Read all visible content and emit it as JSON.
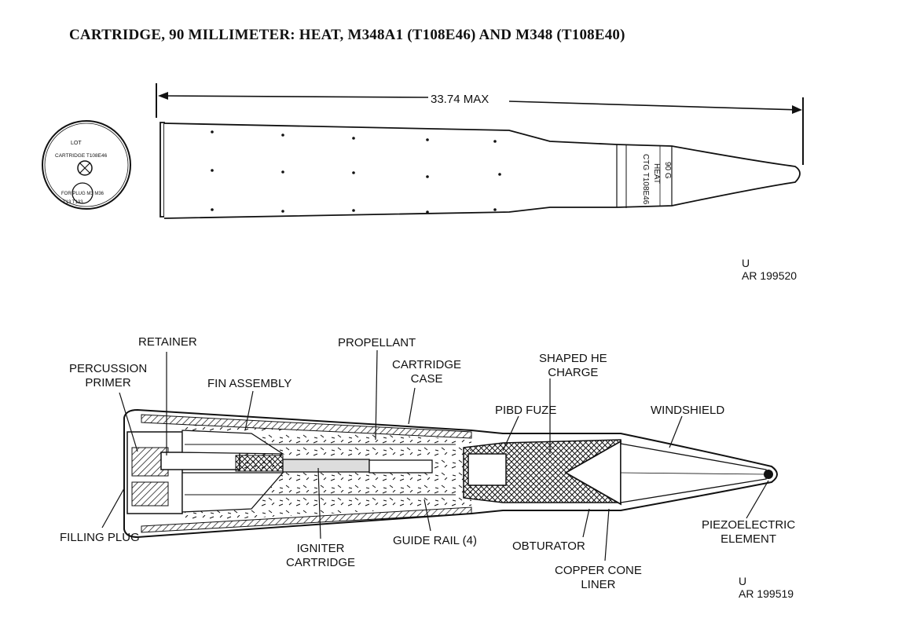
{
  "title": "CARTRIDGE, 90 MILLIMETER:  HEAT, M348A1  (T108E46)  AND  M348  (T108E40)",
  "top_figure": {
    "dimension_label": "33.74 MAX",
    "base_stamp": {
      "lot_label": "LOT",
      "cartridge_label": "CARTRIDGE  T108E46",
      "primer_label": "FOR  PLUG M3  M36",
      "code_label": "T13     T133"
    },
    "body_marking": [
      "90 G",
      "HEAT",
      "CTG  T108E46"
    ],
    "ref_code": "U",
    "ref_number": "AR 199520"
  },
  "bottom_figure": {
    "labels": {
      "retainer": "RETAINER",
      "percussion_primer": [
        "PERCUSSION",
        "PRIMER"
      ],
      "fin_assembly": "FIN ASSEMBLY",
      "propellant": "PROPELLANT",
      "cartridge_case": [
        "CARTRIDGE",
        "CASE"
      ],
      "shaped_he_charge": [
        "SHAPED HE",
        "CHARGE"
      ],
      "pibd_fuze": "PIBD FUZE",
      "windshield": "WINDSHIELD",
      "filling_plug": "FILLING PLUG",
      "igniter_cartridge": [
        "IGNITER",
        "CARTRIDGE"
      ],
      "guide_rail": "GUIDE RAIL (4)",
      "obturator": "OBTURATOR",
      "copper_cone_liner": [
        "COPPER CONE",
        "LINER"
      ],
      "piezoelectric_element": [
        "PIEZOELECTRIC",
        "ELEMENT"
      ]
    },
    "ref_code": "U",
    "ref_number": "AR 199519"
  }
}
